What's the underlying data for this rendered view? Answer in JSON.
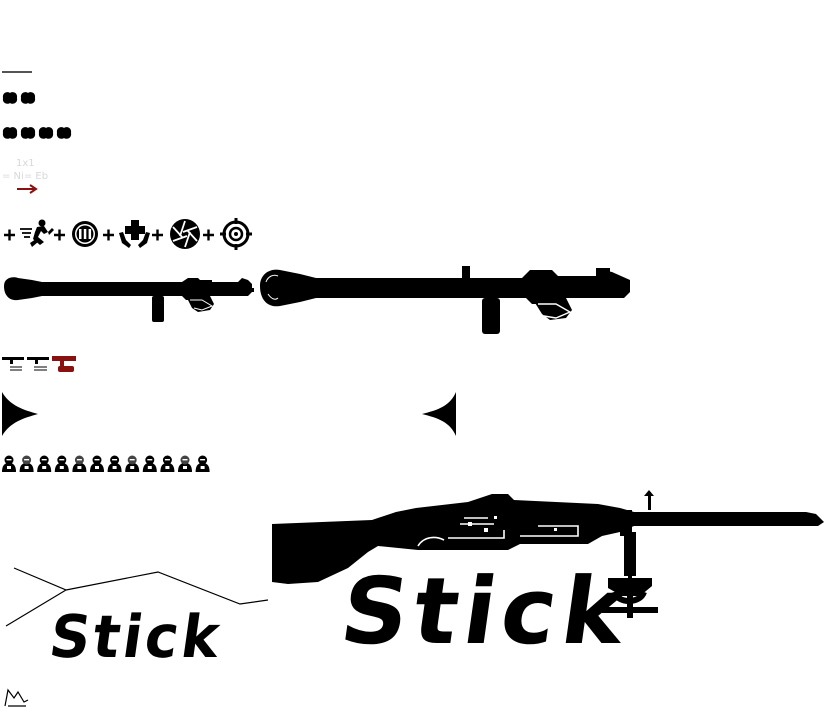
{
  "sheet": {
    "stick_label": "Stick",
    "small_caption_top": "1x1",
    "small_caption_bottom": "= Ni= Eb",
    "icon_names": {
      "run": "running-man-icon",
      "ammo": "ammo-icon",
      "health": "health-cross-icon",
      "aperture": "aperture-icon",
      "crosshair": "crosshair-icon"
    },
    "colors": {
      "silhouette": "#000000",
      "accent_red": "#8b1010",
      "background": "#ffffff"
    },
    "portrait_count": 12
  }
}
